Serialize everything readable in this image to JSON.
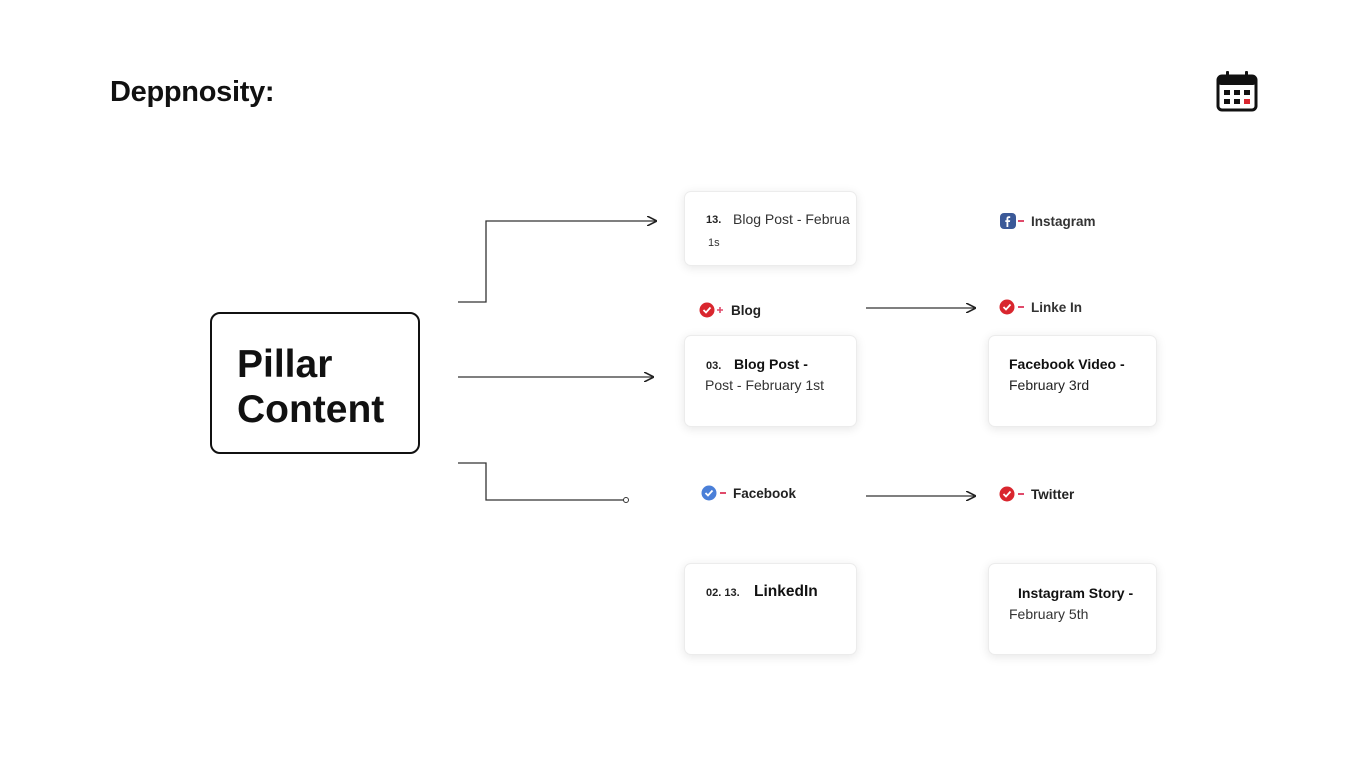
{
  "header": {
    "title": "Deppnosity:",
    "calendar_icon": "calendar-icon"
  },
  "pillar": {
    "line1": "Pillar",
    "line2": "Content"
  },
  "cards": {
    "c1": {
      "num": "13.",
      "text": "Blog Post - Februa",
      "sub": "1s"
    },
    "c2": {
      "num": "03.",
      "title": "Blog Post -",
      "text": "Post - February 1st"
    },
    "c3": {
      "line1": "Facebook Video -",
      "line2": "February 3rd"
    },
    "c4": {
      "num": "02. 13.",
      "title": "LinkedIn"
    },
    "c5": {
      "line1": "Instagram Story -",
      "line2": "February 5th"
    }
  },
  "tags": {
    "instagram": {
      "label": "Instagram",
      "icon": "facebook-icon"
    },
    "blog": {
      "label": "Blog",
      "icon": "check-circle-icon"
    },
    "linkedin": {
      "label": "Linke In",
      "icon": "check-circle-icon"
    },
    "facebook": {
      "label": "Facebook",
      "icon": "check-circle-icon"
    },
    "twitter": {
      "label": "Twitter",
      "icon": "check-circle-icon"
    }
  },
  "colors": {
    "check_red": "#d9262e",
    "check_blue": "#4a7fd8",
    "facebook_blue": "#3b5998",
    "dash_pink": "#e04a6a",
    "wire": "#333333"
  }
}
